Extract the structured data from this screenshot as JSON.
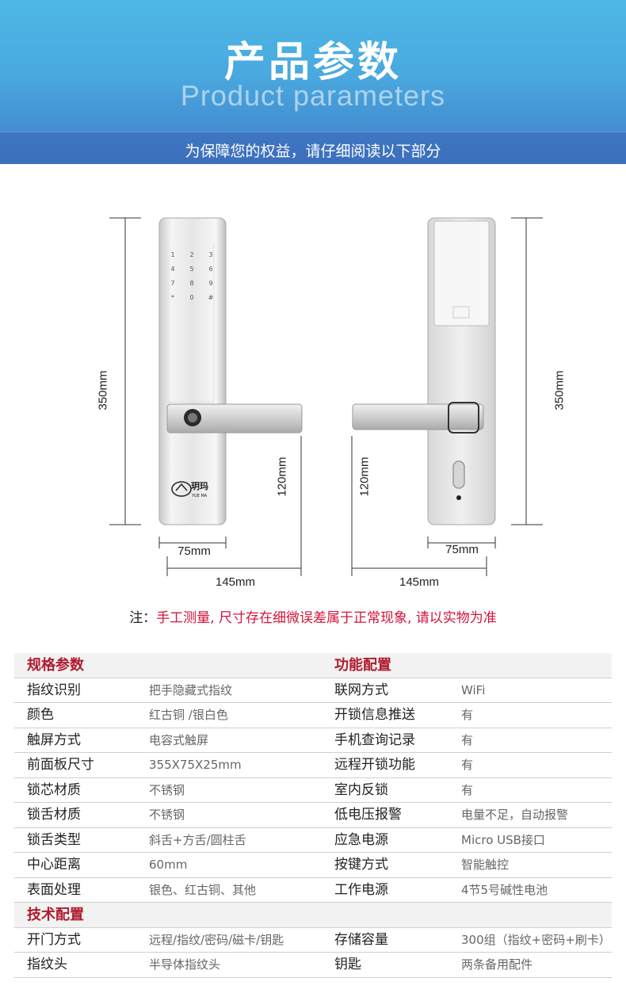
{
  "header": {
    "title": "产品参数",
    "subtitle": "Product parameters",
    "band": "为保障您的权益，请仔细阅读以下部分"
  },
  "diagram": {
    "front": {
      "height": "350mm",
      "handle_height": "120mm",
      "panel_width": "75mm",
      "total_width": "145mm",
      "keypad": [
        "1",
        "2",
        "3",
        "4",
        "5",
        "6",
        "7",
        "8",
        "9",
        "*",
        "0",
        "#"
      ],
      "brand_cn": "玥玛",
      "brand_en": "YUE MA"
    },
    "back": {
      "height": "350mm",
      "handle_height": "120mm",
      "panel_width": "75mm",
      "total_width": "145mm"
    },
    "note_label": "注：",
    "note_text": "手工测量, 尺寸存在细微误差属于正常现象, 请以实物为准"
  },
  "table": {
    "left_section": "规格参数",
    "right_section": "功能配置",
    "tech_section": "技术配置",
    "rows": [
      {
        "k1": "指纹识别",
        "v1": "把手隐藏式指纹",
        "k2": "联网方式",
        "v2": "WiFi"
      },
      {
        "k1": "颜色",
        "v1": "红古铜 /银白色",
        "k2": "开锁信息推送",
        "v2": "有"
      },
      {
        "k1": "触屏方式",
        "v1": "电容式触屏",
        "k2": "手机查询记录",
        "v2": "有"
      },
      {
        "k1": "前面板尺寸",
        "v1": "355X75X25mm",
        "k2": "远程开锁功能",
        "v2": "有"
      },
      {
        "k1": "锁芯材质",
        "v1": "不锈钢",
        "k2": "室内反锁",
        "v2": "有"
      },
      {
        "k1": "锁舌材质",
        "v1": "不锈钢",
        "k2": "低电压报警",
        "v2": "电量不足，自动报警"
      },
      {
        "k1": "锁舌类型",
        "v1": "斜舌+方舌/圆柱舌",
        "k2": "应急电源",
        "v2": "Micro USB接口"
      },
      {
        "k1": "中心距离",
        "v1": "60mm",
        "k2": "按键方式",
        "v2": "智能触控"
      },
      {
        "k1": "表面处理",
        "v1": "银色、红古铜、其他",
        "k2": "工作电源",
        "v2": "4节5号碱性电池"
      }
    ],
    "tech_rows": [
      {
        "k1": "开门方式",
        "v1": "远程/指纹/密码/磁卡/钥匙",
        "k2": "存储容量",
        "v2": "300组（指纹+密码+刷卡）"
      },
      {
        "k1": "指纹头",
        "v1": "半导体指纹头",
        "k2": "钥匙",
        "v2": "两条备用配件"
      }
    ]
  }
}
